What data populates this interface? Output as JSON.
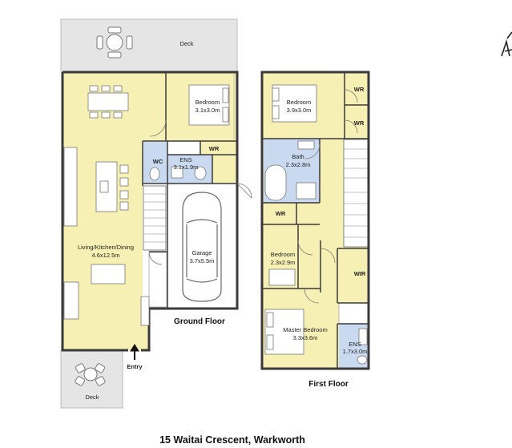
{
  "colors": {
    "living": "#f7f0b4",
    "wet": "#c9daf0",
    "deck": "#e5e5e5",
    "garage": "#ffffff",
    "wall": "#3a3a3a"
  },
  "ground_floor": {
    "caption": "Ground Floor",
    "deck_top": "Deck",
    "deck_bottom": "Deck",
    "entry": "Entry",
    "rooms": {
      "bedroom_name": "Bedroom",
      "bedroom_dims": "3.1x3.0m",
      "wr": "WR",
      "wc": "WC",
      "ens_name": "ENS",
      "ens_dims": "3.1x1.9m",
      "garage_name": "Garage",
      "garage_dims": "3.7x5.5m",
      "living_name": "Living/Kitchen/Dining",
      "living_dims": "4.6x12.5m"
    }
  },
  "first_floor": {
    "caption": "First Floor",
    "rooms": {
      "bed1_name": "Bedroom",
      "bed1_dims": "3.9x3.0m",
      "wr1": "WR",
      "wr2": "WR",
      "bath_name": "Bath",
      "bath_dims": "2.3x2.8m",
      "wr3": "WR",
      "bed2_name": "Bedroom",
      "bed2_dims": "2.3x2.9m",
      "wir": "WIR",
      "master_name": "Master Bedroom",
      "master_dims": "3.3x3.6m",
      "ens_name": "ENS",
      "ens_dims": "1.7x3.0m"
    }
  },
  "address": "15 Waitai Crescent, Warkworth"
}
